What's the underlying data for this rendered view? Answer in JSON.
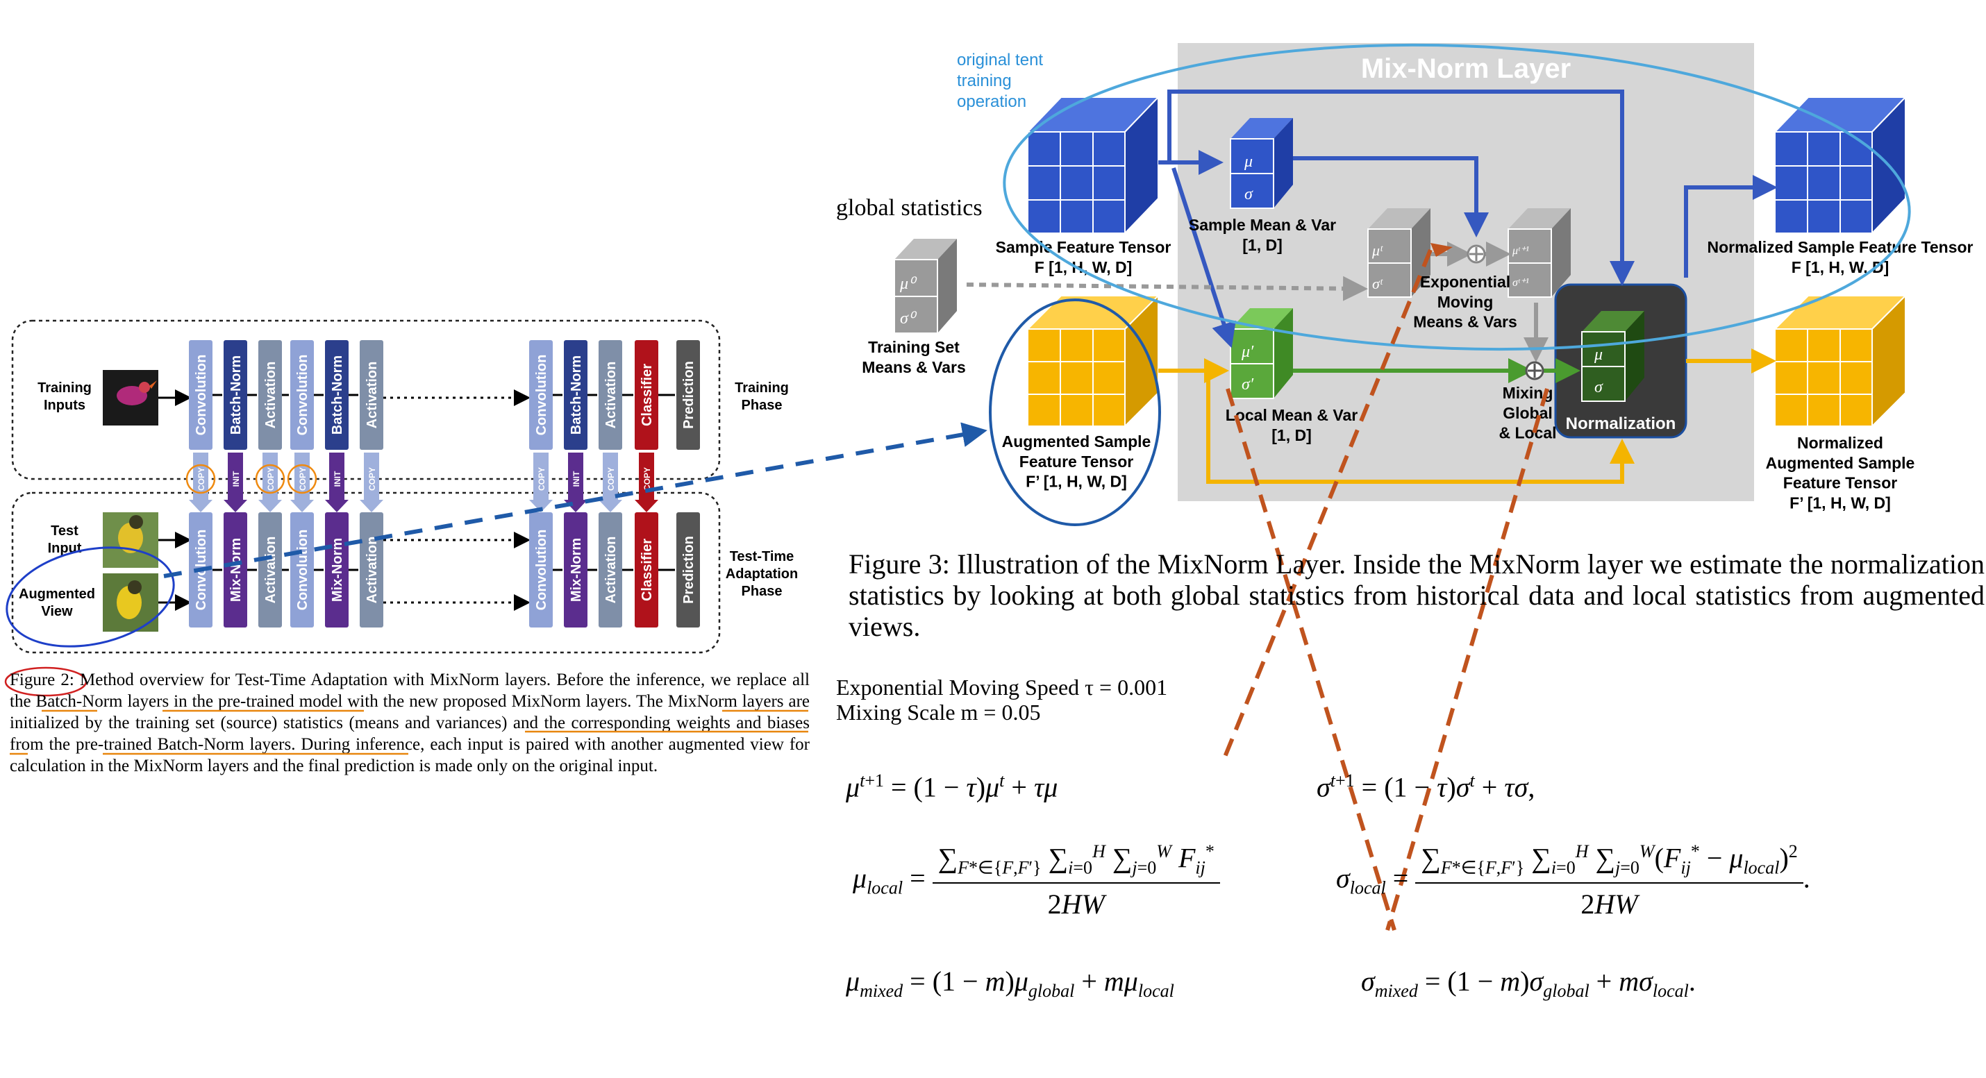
{
  "fig2": {
    "rows": {
      "training_inputs": "Training\nInputs",
      "test_input": "Test\nInput",
      "augmented_view": "Augmented\nView",
      "training_phase": "Training\nPhase",
      "test_phase": "Test-Time\nAdaptation\nPhase"
    },
    "top_blocks": [
      "Convolution",
      "Batch-Norm",
      "Activation",
      "Convolution",
      "Batch-Norm",
      "Activation",
      "Convolution",
      "Batch-Norm",
      "Activation",
      "Classifier",
      "Prediction"
    ],
    "bottom_blocks": [
      "Convolution",
      "Mix-Norm",
      "Activation",
      "Convolution",
      "Mix-Norm",
      "Activation",
      "Convolution",
      "Mix-Norm",
      "Activation",
      "Classifier",
      "Prediction"
    ],
    "mid_tags": [
      "COPY",
      "INIT",
      "COPY",
      "COPY",
      "INIT",
      "COPY",
      "COPY",
      "INIT",
      "COPY",
      "COPY"
    ],
    "caption_label": "Figure 2:",
    "caption_text": "Method overview for Test-Time Adaptation with MixNorm layers. Before the inference, we replace all the Batch-Norm layers in the pre-trained model with the new proposed MixNorm layers. The MixNorm layers are initialized by the training set (source) statistics (means and variances) and the corresponding weights and biases from the pre-trained Batch-Norm layers. During inference, each input is paired with another augmented view for calculation in the MixNorm layers and the final prediction is made only on the original input."
  },
  "fig3": {
    "layer_title": "Mix-Norm Layer",
    "annotation_tent": "original tent\ntraining\noperation",
    "annotation_global": "global statistics",
    "sample_tensor": "Sample Feature Tensor\nF [1, H, W, D]",
    "augmented_tensor": "Augmented Sample\nFeature Tensor\nF’ [1, H, W, D]",
    "training_stats": "Training Set\nMeans & Vars",
    "sample_mean_var": "Sample Mean & Var\n[1, D]",
    "local_mean_var": "Local Mean & Var\n[1, D]",
    "ema": "Exponential\nMoving\nMeans & Vars",
    "mixing": "Mixing\nGlobal\n& Local",
    "normalization": "Normalization",
    "normalized_sample": "Normalized Sample Feature Tensor\nF [1, H, W, D]",
    "normalized_augmented": "Normalized\nAugmented Sample\nFeature Tensor\nF’ [1, H, W, D]",
    "caption": "Figure 3: Illustration of the MixNorm Layer. Inside the MixNorm layer we estimate the normalization statistics by looking at both global statistics from historical data and local statistics from augmented views."
  },
  "params": {
    "speed": "Exponential Moving Speed τ = 0.001",
    "scale": "Mixing Scale m = 0.05"
  },
  "colors": {
    "conv": "#8fa2d6",
    "batchnorm": "#2b3f8c",
    "mixnorm": "#5b2d8e",
    "activation": "#7f8fa8",
    "classifier": "#b0121b",
    "prediction": "#555555",
    "blue_cube": "#2f55c8",
    "yellow_cube": "#f7b500",
    "green_cube": "#5aa83b",
    "gray_cube": "#9a9a9a",
    "panel": "#d6d6d6",
    "ellipse": "#4ea8dc",
    "dashed_red": "#c0531e"
  }
}
